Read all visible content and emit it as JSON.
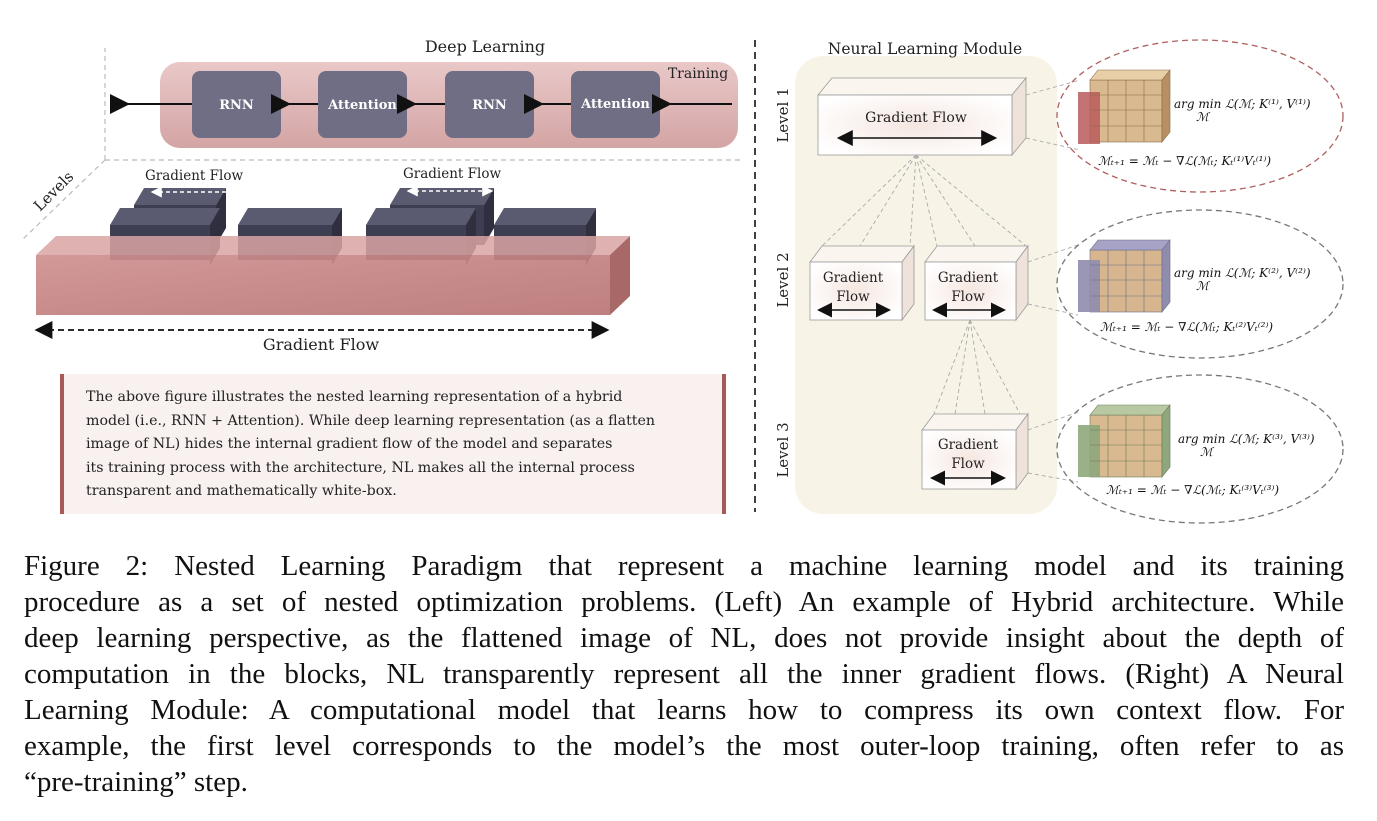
{
  "left_panel": {
    "title": "Deep Learning",
    "training_label": "Training",
    "levels_label": "Levels",
    "blocks": [
      "RNN",
      "Attention",
      "RNN",
      "Attention"
    ],
    "gradient_flow_small_1": "Gradient Flow",
    "gradient_flow_small_2": "Gradient Flow",
    "gradient_flow_bottom": "Gradient Flow",
    "description_lines": [
      "The above figure illustrates the nested learning representation of a hybrid",
      "model (i.e., RNN + Attention). While deep learning representation (as a flatten",
      "image of NL) hides the internal gradient flow of the model and separates",
      "its training process with the architecture, NL makes all the internal process",
      "transparent and mathematically white-box."
    ]
  },
  "right_panel": {
    "title": "Neural Learning Module",
    "levels": [
      {
        "label": "Level 1",
        "box": [
          "Gradient Flow"
        ],
        "argmin": "arg min ℒ(ℳ; K⁽¹⁾, V⁽¹⁾)",
        "update": "ℳₜ₊₁ = ℳₜ − ∇ℒ(ℳₜ; Kₜ⁽¹⁾Vₜ⁽¹⁾)"
      },
      {
        "label": "Level 2",
        "box": [
          "Gradient",
          "Flow"
        ],
        "argmin": "arg min ℒ(ℳ; K⁽²⁾, V⁽²⁾)",
        "update": "ℳₜ₊₁ = ℳₜ − ∇ℒ(ℳₜ; Kₜ⁽²⁾Vₜ⁽²⁾)"
      },
      {
        "label": "Level 3",
        "box": [
          "Gradient",
          "Flow"
        ],
        "argmin": "arg min ℒ(ℳ; K⁽³⁾, V⁽³⁾)",
        "update": "ℳₜ₊₁ = ℳₜ − ∇ℒ(ℳₜ; Kₜ⁽³⁾Vₜ⁽³⁾)"
      }
    ],
    "argmin_sub": "ℳ"
  },
  "caption": {
    "lines": [
      "Figure 2: Nested Learning Paradigm that represent a machine learning model and its training",
      "procedure as a set of nested optimization problems. (Left) An example of Hybrid architecture. While",
      "deep learning perspective, as the flattened image of NL, does not provide insight about the depth of",
      "computation in the blocks, NL transparently represent all the inner gradient flows. (Right) A Neural",
      "Learning Module: A computational model that learns how to compress its own context flow. For",
      "example, the first level corresponds to the model’s the most outer-loop training, often refer to as",
      "“pre-training” step."
    ]
  },
  "colors": {
    "accent_red": "#a85a5a",
    "block_purple": "#6f6e84",
    "dark_slab": "#3e3e52",
    "cube_level1": "#d9b98f",
    "cube_level2": "#8f8cae",
    "cube_level3": "#9fb58c"
  }
}
